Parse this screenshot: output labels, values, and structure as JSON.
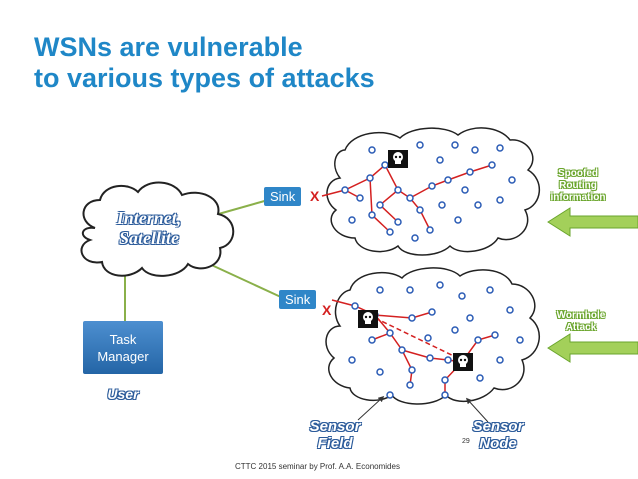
{
  "slide": {
    "title_line1": "WSNs are vulnerable",
    "title_line2": "to various types of attacks",
    "cloud_label_line1": "Internet,",
    "cloud_label_line2": "Satellite",
    "sink_top": "Sink",
    "sink_bottom": "Sink",
    "task_manager_line1": "Task",
    "task_manager_line2": "Manager",
    "user_label": "User",
    "sensor_field_line1": "Sensor",
    "sensor_field_line2": "Field",
    "sensor_node_line1": "Sensor",
    "sensor_node_line2": "Node",
    "spoofed_line1": "Spoofed",
    "spoofed_line2": "Routing",
    "spoofed_line3": "information",
    "wormhole_line1": "Wormhole",
    "wormhole_line2": "Attack",
    "x_mark": "X",
    "page_number": "29",
    "footer": "CTTC 2015 seminar by Prof. A.A. Economides"
  },
  "colors": {
    "title": "#1f87c7",
    "sink": "#2f86c8",
    "route": "#d42020",
    "link": "#8ab04a",
    "node": "#2a5bb5",
    "arrow": "#8bc34a"
  }
}
